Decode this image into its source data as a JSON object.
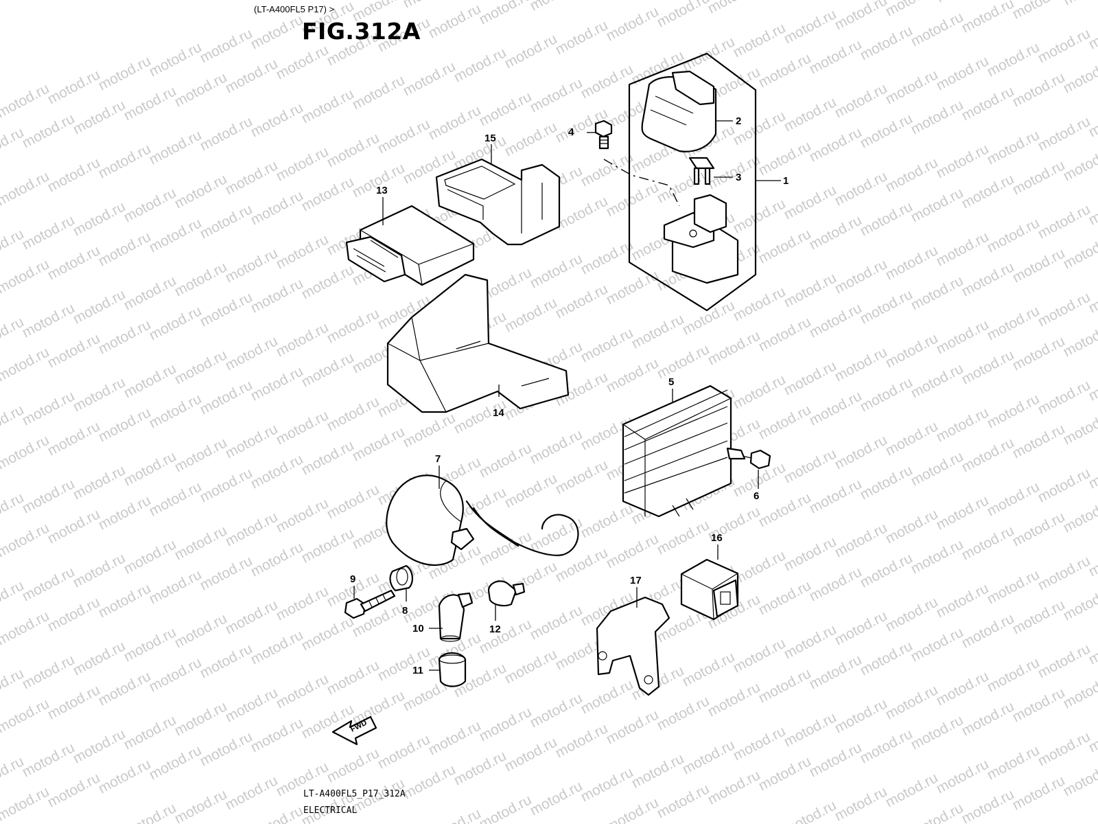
{
  "header": {
    "sub_reference": "(LT-A400FL5 P17) >",
    "figure_title": "FIG.312A"
  },
  "footer": {
    "code": "LT-A400FL5_P17_312A",
    "section": "ELECTRICAL"
  },
  "watermark": "motod.ru",
  "fwd_label": "FWD",
  "callouts": {
    "c1": "1",
    "c2": "2",
    "c3": "3",
    "c4": "4",
    "c5": "5",
    "c6": "6",
    "c7": "7",
    "c8": "8",
    "c9": "9",
    "c10": "10",
    "c11": "11",
    "c12": "12",
    "c13": "13",
    "c14": "14",
    "c15": "15",
    "c16": "16",
    "c17": "17"
  }
}
